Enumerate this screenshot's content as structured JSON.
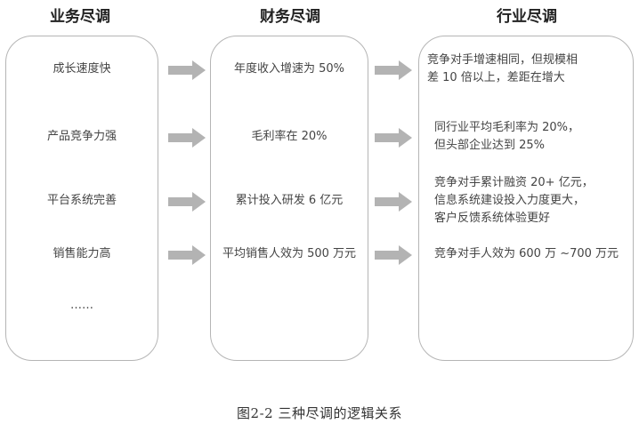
{
  "columns": [
    {
      "title": "业务尽调",
      "items": [
        [
          "成长速度快"
        ],
        [
          "产品竞争力强"
        ],
        [
          "平台系统完善"
        ],
        [
          "销售能力高"
        ],
        [
          "……"
        ]
      ]
    },
    {
      "title": "财务尽调",
      "items": [
        [
          "年度收入增速为 50%"
        ],
        [
          "毛利率在 20%"
        ],
        [
          "累计投入研发 6 亿元"
        ],
        [
          "平均销售人效为 500 万元"
        ]
      ]
    },
    {
      "title": "行业尽调",
      "items": [
        [
          "竞争对手增速相同，但规模相",
          "差 10 倍以上，差距在增大"
        ],
        [
          "同行业平均毛利率为 20%，",
          "但头部企业达到 25%"
        ],
        [
          "竞争对手累计融资 20+ 亿元，",
          "信息系统建设投入力度更大，",
          "客户反馈系统体验更好"
        ],
        [
          "竞争对手人效为 600 万 ~700 万元"
        ]
      ]
    }
  ],
  "caption": "图2-2  三种尽调的逻辑关系",
  "colors": {
    "arrow": "#b3b3b3",
    "border": "#b5b5b5"
  }
}
